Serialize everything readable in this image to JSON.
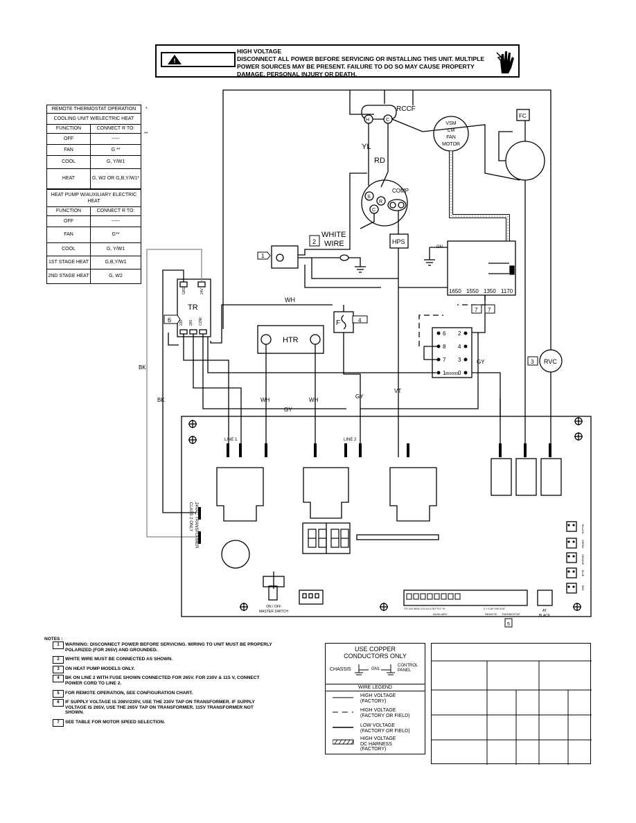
{
  "warning": {
    "title": "HIGH VOLTAGE",
    "text": "DISCONNECT ALL POWER BEFORE SERVICING OR INSTALLING THIS UNIT. MULTIPLE POWER SOURCES MAY BE PRESENT. FAILURE TO DO SO MAY CAUSE PROPERTY DAMAGE, PERSONAL INJURY OR DEATH."
  },
  "thermostat_chart": {
    "title": "REMOTE THERMOSTAT OPERATION",
    "section1": "COOLING UNIT W/ELECTRIC HEAT",
    "section2": "HEAT PUMP W/AUXILIARY ELECTRIC HEAT",
    "col_function": "FUNCTION",
    "col_connect": "CONNECT R TO:",
    "rows1": [
      {
        "f": "OFF",
        "c": "-----"
      },
      {
        "f": "FAN",
        "c": "G **"
      },
      {
        "f": "COOL",
        "c": "G, Y/W1"
      },
      {
        "f": "HEAT",
        "c": "G, W2 OR G,B,Y/W1*"
      }
    ],
    "rows2": [
      {
        "f": "OFF",
        "c": "-----"
      },
      {
        "f": "FAN",
        "c": "G**"
      },
      {
        "f": "COOL",
        "c": "G, Y/W1"
      },
      {
        "f": "1ST STAGE HEAT",
        "c": "G,B,Y/W1"
      },
      {
        "f": "2ND STAGE HEAT",
        "c": "G, W2"
      }
    ],
    "star1": "*",
    "star2": "**"
  },
  "diagram": {
    "rccf": "RCCF",
    "h": "H",
    "c": "C",
    "yl": "YL",
    "rd": "RD",
    "comp": "COMP",
    "s": "S",
    "r": "R",
    "cc": "C",
    "motor": [
      "VSM",
      "CM",
      "FAN",
      "MOTOR"
    ],
    "fc": "FC",
    "hps": "HPS",
    "gn": "GN",
    "white_wire": [
      "WHITE",
      "WIRE"
    ],
    "tr": "TR",
    "tr_taps": [
      "230",
      "265",
      "COM"
    ],
    "tr_top": [
      "GRD",
      "24V"
    ],
    "htr": "HTR",
    "f": "F",
    "wh": "WH",
    "wh2": "WH",
    "wh3": "WH",
    "bk": "BK",
    "bk2": "BK",
    "gy": "GY",
    "gy2": "GY",
    "gy3": "GY",
    "vt": "VT",
    "rvc": "RVC",
    "speeds": [
      "1650",
      "1550",
      "1350",
      "1170"
    ],
    "relay_pins": [
      "6",
      "2",
      "8",
      "4",
      "7",
      "3",
      "1",
      "0"
    ],
    "relay_code": "8500060",
    "line1": "LINE 1",
    "line2": "LINE 2",
    "transformer_text": [
      "24VAC TRANSFORMER",
      "CLASS 2 ONLY"
    ],
    "onoff": [
      "ON / OFF",
      "MASTER SWITCH"
    ],
    "auxiliary": "AUXILIARY",
    "remote": "REMOTE",
    "thermostat": "THERMOSTAT",
    "at": "AT",
    "black": "BLACK",
    "term_labels": "TS1 OS2 WEIN.O E1 IN LS FB FTO F TH",
    "remote_terms": "C Y G W2 Y/W1 B GF",
    "led_labels": [
      "YELLOW",
      "GREEN",
      "ORANGE",
      "BLUE",
      "RED"
    ],
    "tags": {
      "t1": "1",
      "t2": "2",
      "t3": "3",
      "t4": "4",
      "t5": "5",
      "t6": "6",
      "t7a": "7",
      "t7b": "7"
    }
  },
  "notes": {
    "heading": "NOTES :",
    "items": [
      {
        "tag": "1",
        "text": "WARNING: DISCONNECT POWER BEFORE SERVICING. WIRING TO UNIT MUST BE PROPERLY POLARIZED (FOR 265V) AND GROUNDED."
      },
      {
        "tag": "2",
        "text": "WHITE WIRE MUST BE CONNECTED AS SHOWN."
      },
      {
        "tag": "3",
        "text": "ON HEAT PUMP MODELS ONLY."
      },
      {
        "tag": "4",
        "text": "BK ON LINE 2 WITH FUSE SHOWN CONNECTED FOR 265V. FOR 230V & 115 V, CONNECT POWER CORD TO LINE 2."
      },
      {
        "tag": "5",
        "text": "FOR REMOTE OPERATION, SEE CONFIGURATION CHART."
      },
      {
        "tag": "6",
        "text": "IF SUPPLY VOLTAGE IS 208V/230V, USE THE 230V TAP ON TRANSFORMER. IF SUPPLY VOLTAGE IS 265V, USE THE 265V TAP ON TRANSFORMER. 115V TRANSFORMER NOT SHOWN."
      },
      {
        "tag": "7",
        "text": "SEE TABLE FOR MOTOR SPEED SELECTION."
      }
    ]
  },
  "legend": {
    "copper": "USE COPPER CONDUCTORS ONLY",
    "chassis": "CHASSIS",
    "gn1": "GN1",
    "control": "CONTROL PANEL",
    "title": "WIRE LEGEND",
    "items": [
      {
        "l1": "HIGH VOLTAGE",
        "l2": "(FACTORY)"
      },
      {
        "l1": "HIGH VOLTAGE",
        "l2": "(FACTORY OR FIELD)"
      },
      {
        "l1": "LOW VOLTAGE",
        "l2": "(FACTORY OR FIELD)"
      },
      {
        "l1": "HIGH VOLTAGE",
        "l2": "DC HARNESS",
        "l3": "(FACTORY)"
      }
    ]
  }
}
